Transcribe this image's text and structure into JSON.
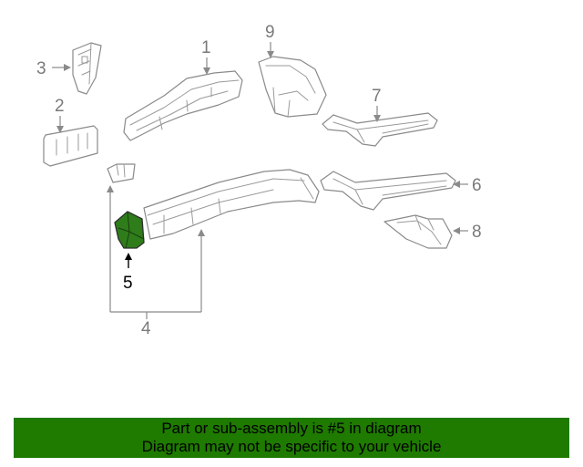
{
  "diagram": {
    "callouts": [
      {
        "id": "1",
        "label": "1"
      },
      {
        "id": "2",
        "label": "2"
      },
      {
        "id": "3",
        "label": "3"
      },
      {
        "id": "4",
        "label": "4"
      },
      {
        "id": "5",
        "label": "5",
        "highlighted": true
      },
      {
        "id": "6",
        "label": "6"
      },
      {
        "id": "7",
        "label": "7"
      },
      {
        "id": "8",
        "label": "8"
      },
      {
        "id": "9",
        "label": "9"
      }
    ],
    "highlighted_part": "5",
    "highlight_color": "#2e7d1a",
    "line_color": "#8a8a8a"
  },
  "banner": {
    "line1": "Part or sub-assembly is #5 in diagram",
    "line2": "Diagram may not be specific to your vehicle",
    "background_color": "#1f7a00",
    "text_color": "#000000"
  }
}
